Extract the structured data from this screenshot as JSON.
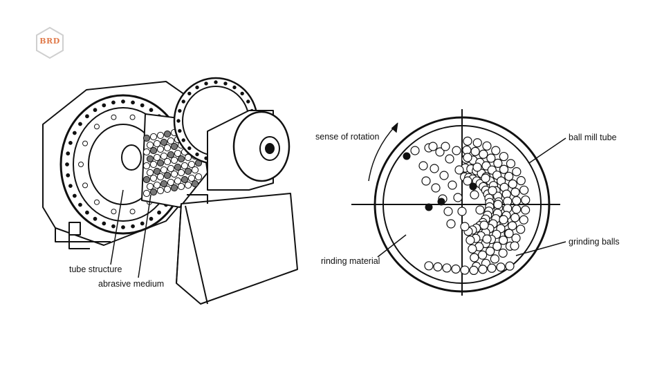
{
  "logo": {
    "text": "BRD",
    "color": "#e07a4a"
  },
  "labels": {
    "tube_structure": "tube structure",
    "abrasive_medium": "abrasive medium",
    "sense_of_rotation": "sense of rotation",
    "ball_mill_tube": "ball mill tube",
    "grinding_balls": "grinding balls",
    "grinding_material": "rinding material"
  },
  "colors": {
    "line": "#111111",
    "background": "#ffffff"
  }
}
